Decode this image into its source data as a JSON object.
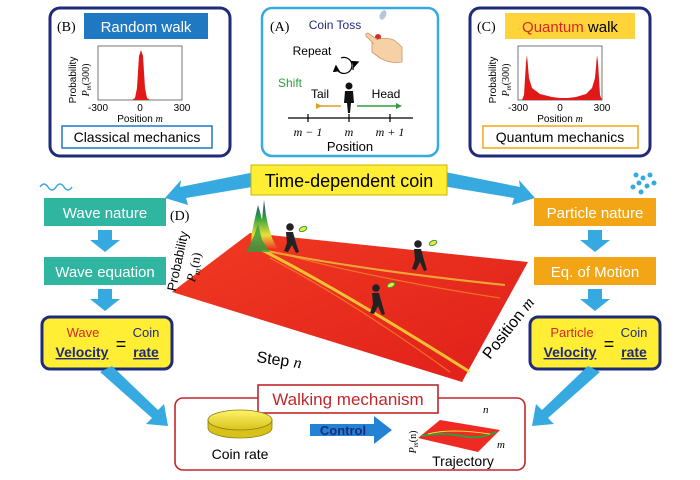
{
  "colors": {
    "navy": "#1f2a78",
    "teal": "#2fb5a0",
    "orange": "#f2a515",
    "yellow": "#ffee33",
    "red_frame": "#c0272d",
    "arrow_blue": "#35a9e0",
    "surface_red": "#ee2a22",
    "head_green": "#2e9e3e",
    "control_blue": "#2283d4",
    "random_walk_box": "#1f78c2",
    "quantum_box": "#ffd43a"
  },
  "panel_b": {
    "letter": "(B)",
    "title": "Random walk",
    "ylabel_top": "Probability",
    "ylabel_bottom": "P",
    "ylabel_sub": "m",
    "ylabel_arg": "(300)",
    "tick_left": "-300",
    "tick_mid": "0",
    "tick_right": "300",
    "xlabel": "Position",
    "xlabel_var": "m",
    "footer": "Classical mechanics"
  },
  "panel_a": {
    "letter": "(A)",
    "title": "Coin Toss",
    "repeat_label": "Repeat",
    "shift_label": "Shift",
    "tail_label": "Tail",
    "head_label": "Head",
    "tick_left": "m − 1",
    "tick_mid": "m",
    "tick_right": "m + 1",
    "xlabel": "Position"
  },
  "panel_c": {
    "letter": "(C)",
    "title_word1": "Quantum",
    "title_word2": " walk",
    "ylabel_top": "Probability",
    "ylabel_bottom": "P",
    "ylabel_sub": "m",
    "ylabel_arg": "(300)",
    "tick_left": "-300",
    "tick_mid": "0",
    "tick_right": "300",
    "xlabel": "Position",
    "xlabel_var": "m",
    "footer": "Quantum mechanics"
  },
  "center": {
    "title": "Time-dependent coin"
  },
  "left_flow": {
    "box1": "Wave nature",
    "box2": "Wave equation",
    "result_word": "Wave",
    "velocity": "Velocity",
    "equals": "=",
    "coin": "Coin",
    "rate": "rate"
  },
  "right_flow": {
    "box1": "Particle nature",
    "box2": "Eq. of Motion",
    "result_word": "Particle",
    "velocity": "Velocity",
    "equals": "=",
    "coin": "Coin",
    "rate": "rate"
  },
  "panel_d": {
    "letter": "(D)",
    "ylabel_top": "Probability",
    "ylabel_bottom": "P",
    "ylabel_sub": "m",
    "ylabel_arg": "(n)",
    "step_label": "Step",
    "step_var": "n",
    "position_label": "Position",
    "position_var": "m"
  },
  "walking": {
    "title": "Walking mechanism",
    "coin_label": "Coin rate",
    "control_label": "Control",
    "traj_label": "Trajectory",
    "traj_n": "n",
    "traj_m": "m",
    "traj_p": "P",
    "traj_p_sub": "m",
    "traj_p_arg": "(n)"
  }
}
